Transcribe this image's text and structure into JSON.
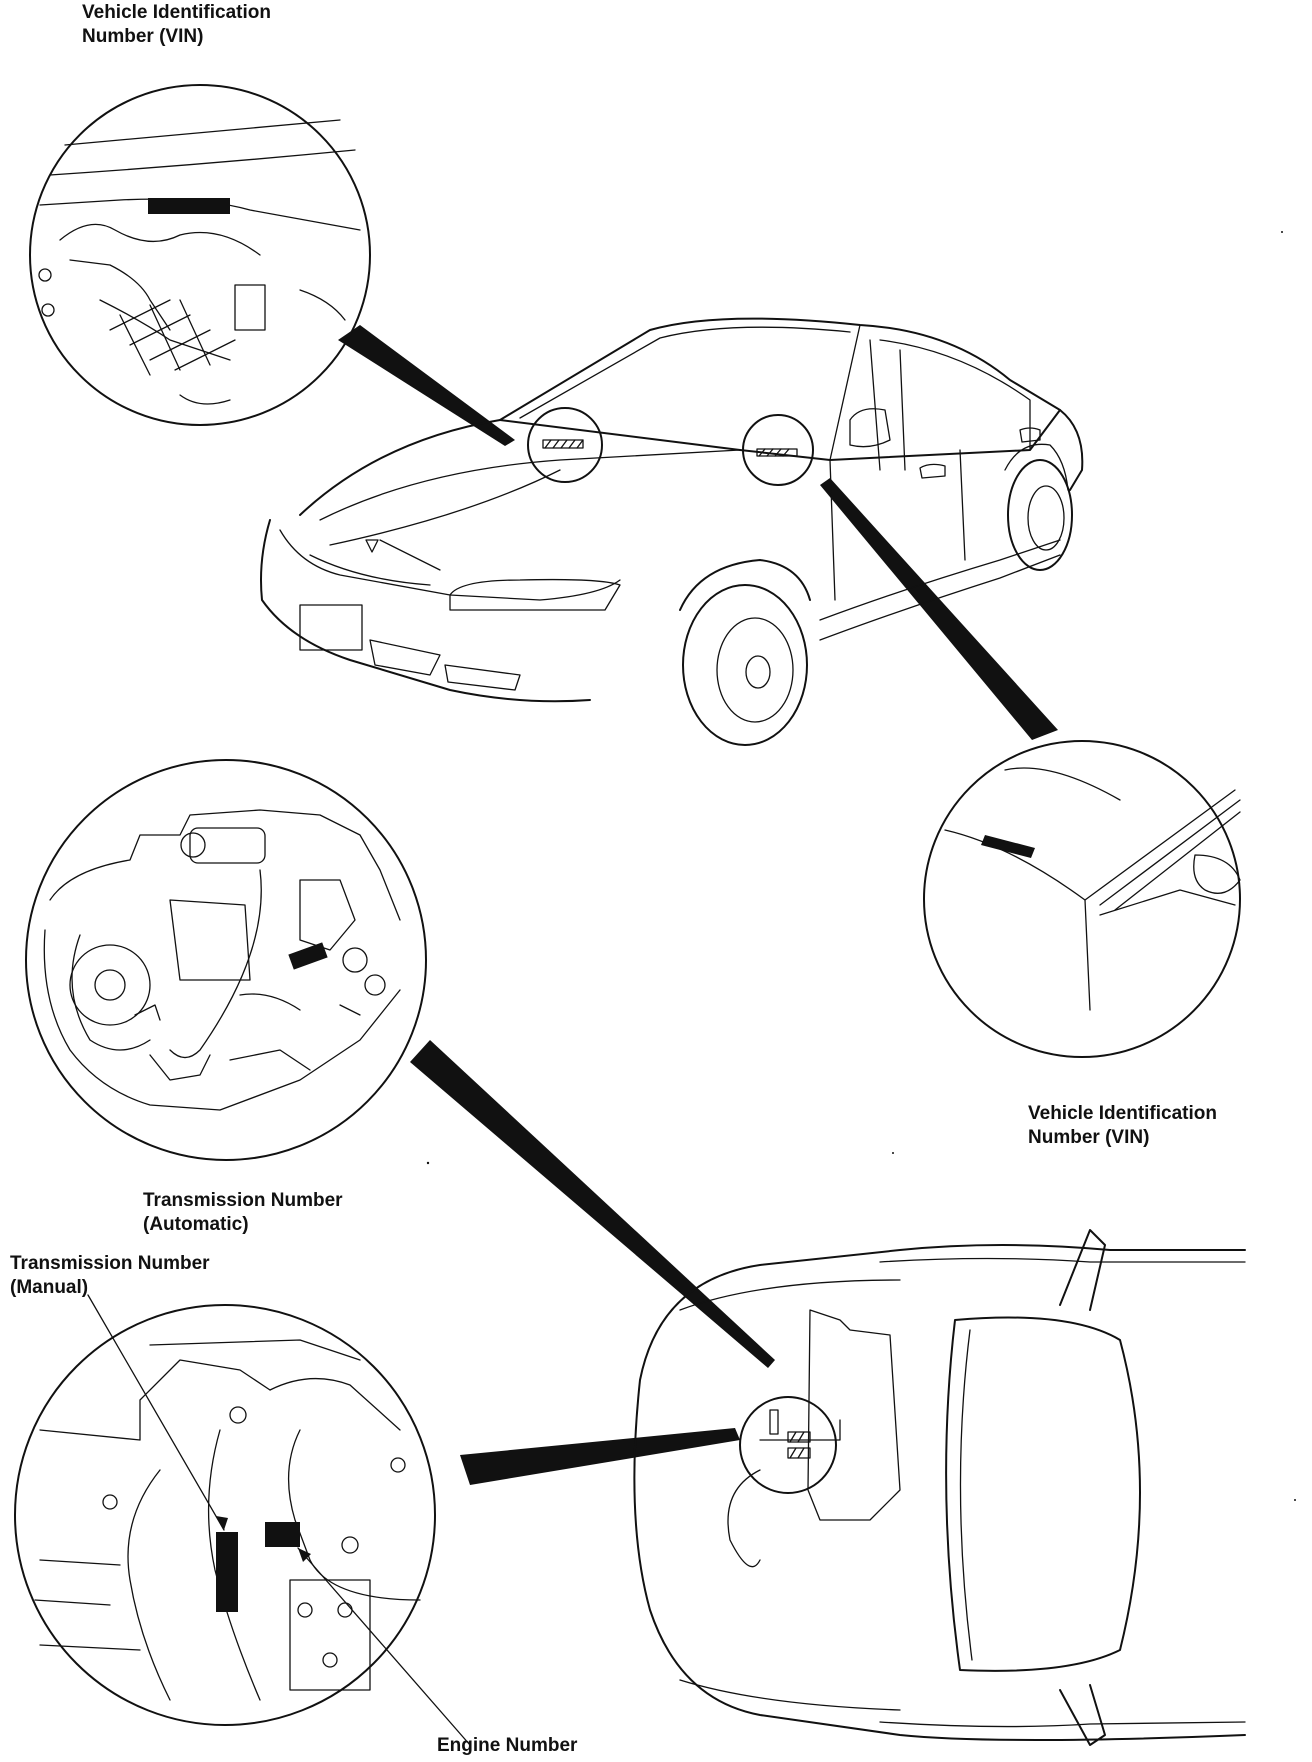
{
  "labels": {
    "vin_top_line1": "Vehicle Identification",
    "vin_top_line2": "Number (VIN)",
    "vin_right_line1": "Vehicle Identification",
    "vin_right_line2": "Number (VIN)",
    "trans_auto_line1": "Transmission Number",
    "trans_auto_line2": "(Automatic)",
    "trans_manual_line1": "Transmission Number",
    "trans_manual_line2": "(Manual)",
    "engine": "Engine Number"
  },
  "colors": {
    "ink": "#111111",
    "background": "#ffffff"
  }
}
